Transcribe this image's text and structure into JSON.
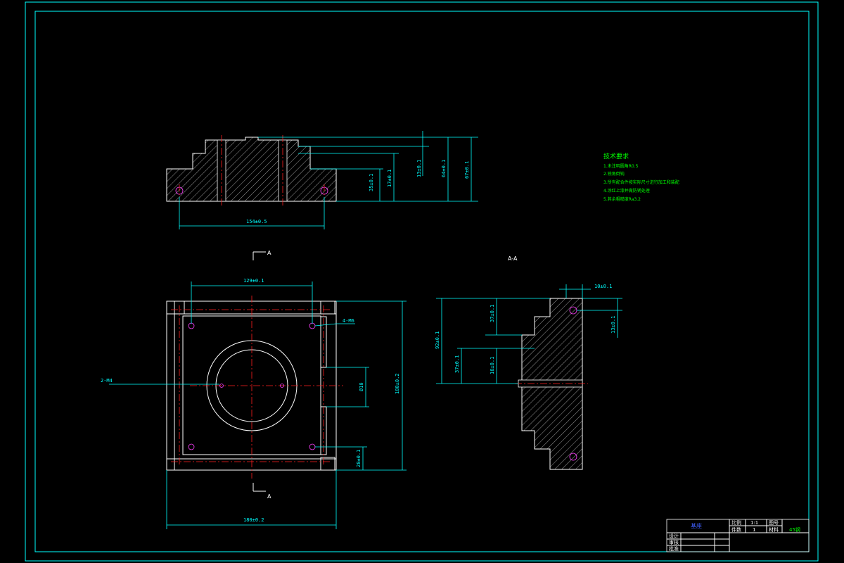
{
  "drawing": {
    "colors": {
      "background": "#000000",
      "frame": "#00ffff",
      "outline": "#ffffff",
      "centerline": "#ff2020",
      "notes": "#00ff00",
      "holes": "#ff40ff"
    },
    "section_labels": {
      "a_top": "A",
      "a_bottom": "A",
      "section_view": "A-A"
    },
    "tech_requirements": {
      "title": "技术要求",
      "items": [
        "1.未注明圆角R0.5",
        "2.锐角倒钝",
        "3.所有配合件按实际尺寸进行加工和装配",
        "4.涂红上漆并做防锈处理",
        "5.其余粗糙度Ra3.2"
      ]
    },
    "dims": {
      "top_width": "154±0.5",
      "top_h1": "35±0.1",
      "top_h2": "17±0.1",
      "top_h3": "13±0.1",
      "top_h4": "64±0.1",
      "top_h5": "67±0.1",
      "plan_hole_span": "129±0.1",
      "plan_holes": "4-M6",
      "plan_hole_left": "2-M4",
      "plan_slot": "Ø10",
      "plan_height": "180±0.2",
      "plan_offset": "28±0.1",
      "plan_width": "180±0.2",
      "sec_top": "10±0.1",
      "sec_h1": "37±0.1",
      "sec_h2": "92±0.1",
      "sec_h3": "37±0.1",
      "sec_h4": "16±0.1",
      "sec_right": "13±0.1"
    },
    "title_block": {
      "part_name": "基座",
      "scale_label": "比例",
      "scale_value": "1:1",
      "qty_label": "件数",
      "qty_value": "1",
      "material_label": "材料",
      "material_value": "45钢",
      "drawing_no_label": "图号",
      "designer_label": "设计",
      "checker_label": "审核",
      "approver_label": "批准"
    }
  }
}
